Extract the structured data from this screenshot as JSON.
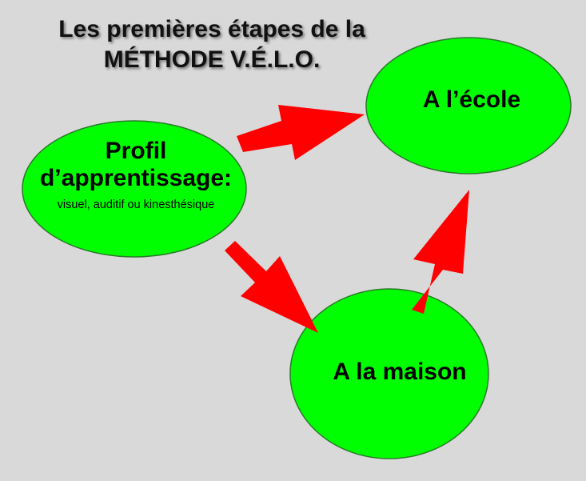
{
  "title": {
    "line1": "Les premières étapes de la",
    "line2": "MÉTHODE V.É.L.O."
  },
  "nodes": {
    "profil": {
      "line1": "Profil",
      "line2": "d’apprentissage:",
      "subtitle": "visuel, auditif ou kinesthésique"
    },
    "ecole": {
      "label": "A l’école"
    },
    "maison": {
      "label": "A la maison"
    }
  },
  "colors": {
    "background": "#d9d9d9",
    "node_fill": "#00ff00",
    "node_stroke": "#2a7a2a",
    "arrow": "#ff0000"
  }
}
